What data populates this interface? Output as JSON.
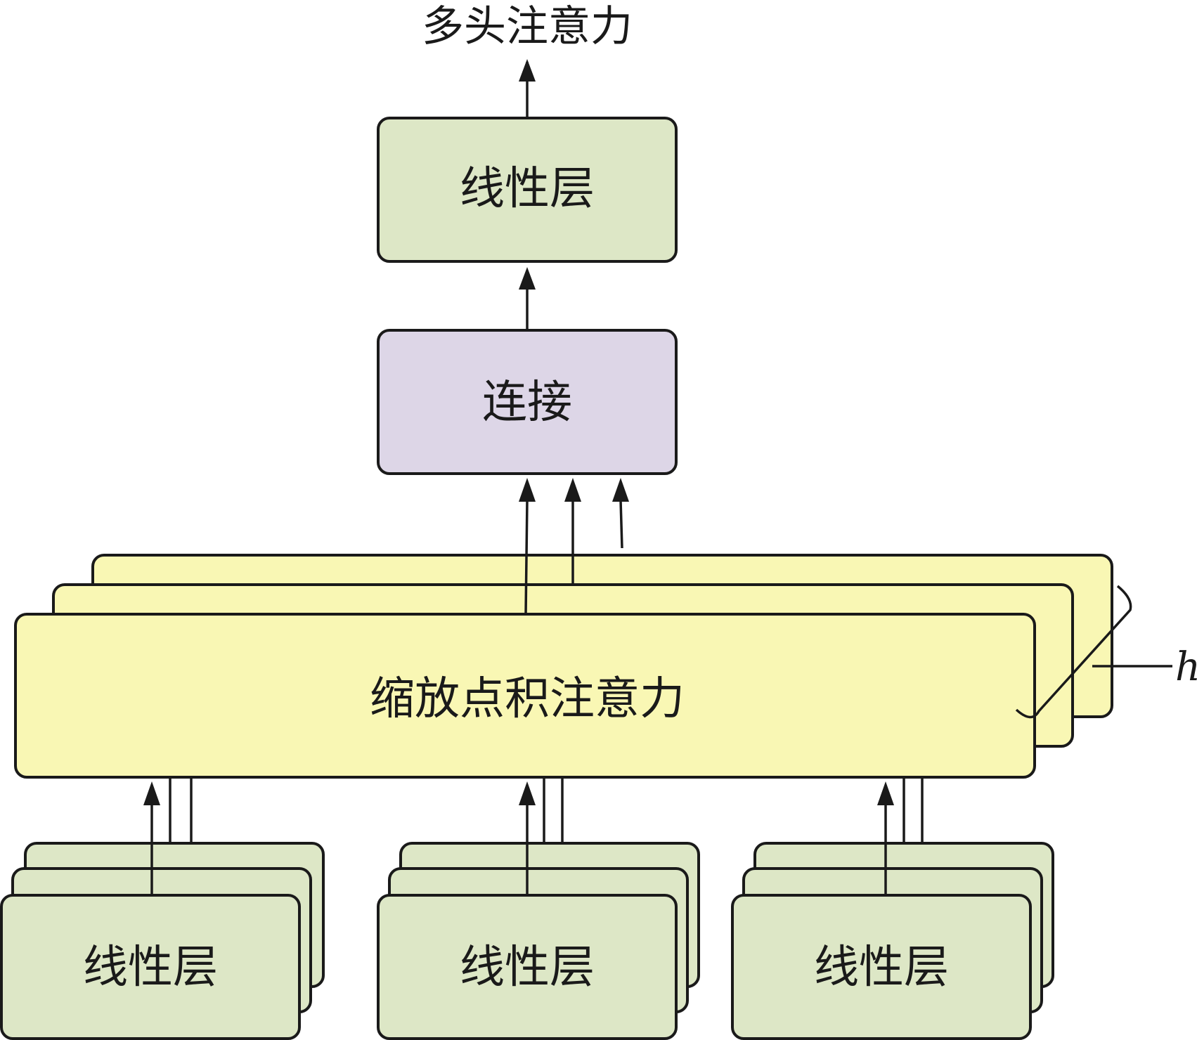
{
  "output_label": "多头注意力",
  "top_linear": {
    "label": "线性层"
  },
  "concat": {
    "label": "连接"
  },
  "attention": {
    "label": "缩放点积注意力",
    "heads_label": "h"
  },
  "input_linears": [
    {
      "label": "线性层"
    },
    {
      "label": "线性层"
    },
    {
      "label": "线性层"
    }
  ],
  "colors": {
    "linear_fill": "#dde7c6",
    "concat_fill": "#ddd6e7",
    "attention_fill": "#f9f7b4",
    "stroke": "#1a1a1a"
  }
}
